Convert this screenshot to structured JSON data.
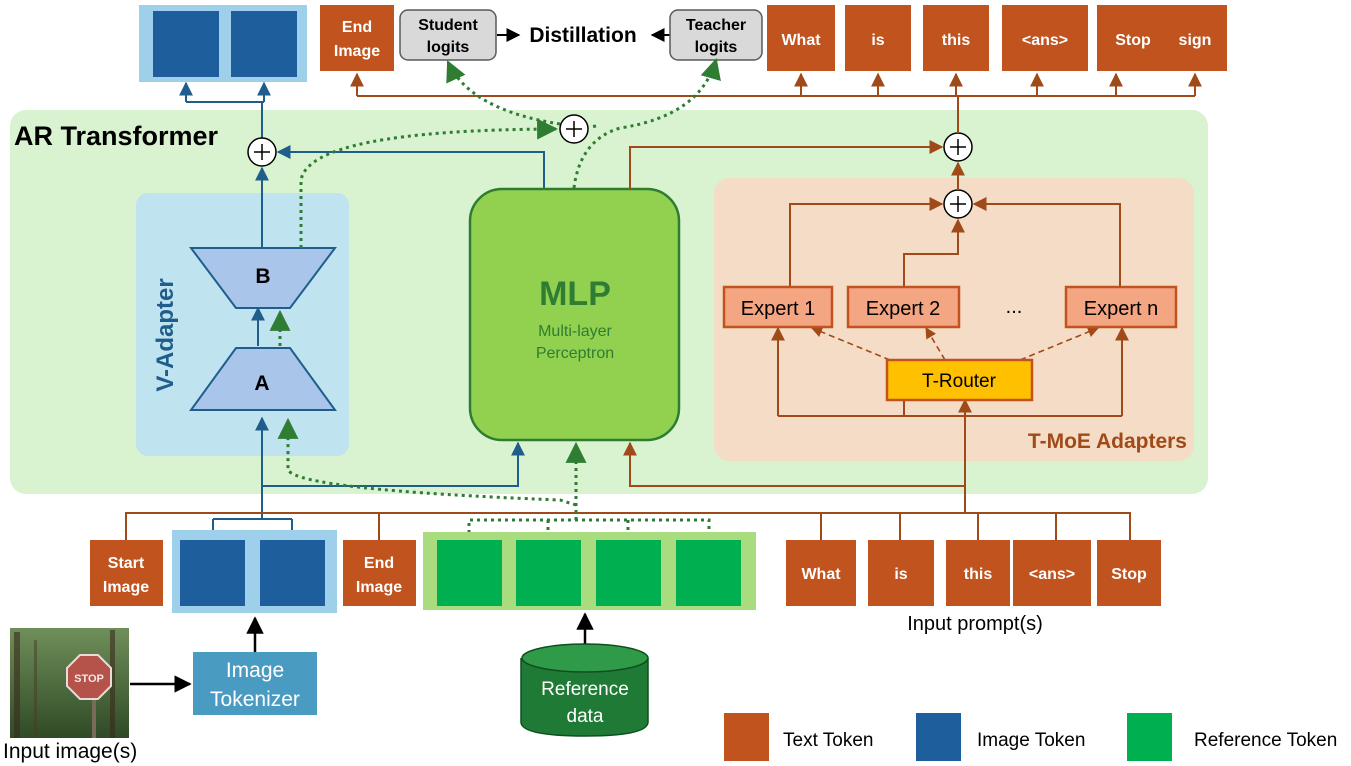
{
  "colors": {
    "text_token": "#c0531e",
    "image_token": "#1f5e9c",
    "reference_token": "#00b050",
    "ar_bg": "#d9f2d0",
    "vadapter_bg": "#bfe3ef",
    "tmoe_bg": "#f4dcc6",
    "mlp_fill": "#92d050",
    "mlp_border": "#2e7d32",
    "expert_fill": "#f4a582",
    "expert_border": "#c0531e",
    "router_fill": "#ffc000",
    "trapezoid_fill": "#a9c5ea",
    "tokenizer_fill": "#4a9bc1",
    "refdata_fill": "#1e7a34",
    "blue_line": "#1f5e8c",
    "brown_line": "#a04a1a",
    "green_dotted": "#2e7d32"
  },
  "title": "AR Transformer",
  "top": {
    "end_image": [
      "End",
      "Image"
    ],
    "student_logits": [
      "Student",
      "logits"
    ],
    "distillation": "Distillation",
    "teacher_logits": [
      "Teacher",
      "logits"
    ],
    "output_tokens": [
      "What",
      "is",
      "this",
      "<ans>",
      "Stop",
      "sign"
    ]
  },
  "vadapter": {
    "label": "V-Adapter",
    "upper": "B",
    "lower": "A"
  },
  "mlp": {
    "title": "MLP",
    "sub1": "Multi-layer",
    "sub2": "Perceptron"
  },
  "tmoe": {
    "label": "T-MoE Adapters",
    "experts": [
      "Expert 1",
      "Expert 2",
      "Expert n"
    ],
    "ellipsis": "...",
    "router": "T-Router"
  },
  "input": {
    "start_image": [
      "Start",
      "Image"
    ],
    "end_image": [
      "End",
      "Image"
    ],
    "prompt_tokens": [
      "What",
      "is",
      "this",
      "<ans>",
      "Stop"
    ],
    "prompt_label": "Input prompt(s)",
    "image_label": "Input image(s)",
    "photo_sign": "STOP",
    "tokenizer": [
      "Image",
      "Tokenizer"
    ],
    "reference": [
      "Reference",
      "data"
    ]
  },
  "legend": [
    {
      "label": "Text Token",
      "color": "#c0531e"
    },
    {
      "label": "Image Token",
      "color": "#1f5e9c"
    },
    {
      "label": "Reference Token",
      "color": "#00b050"
    }
  ]
}
